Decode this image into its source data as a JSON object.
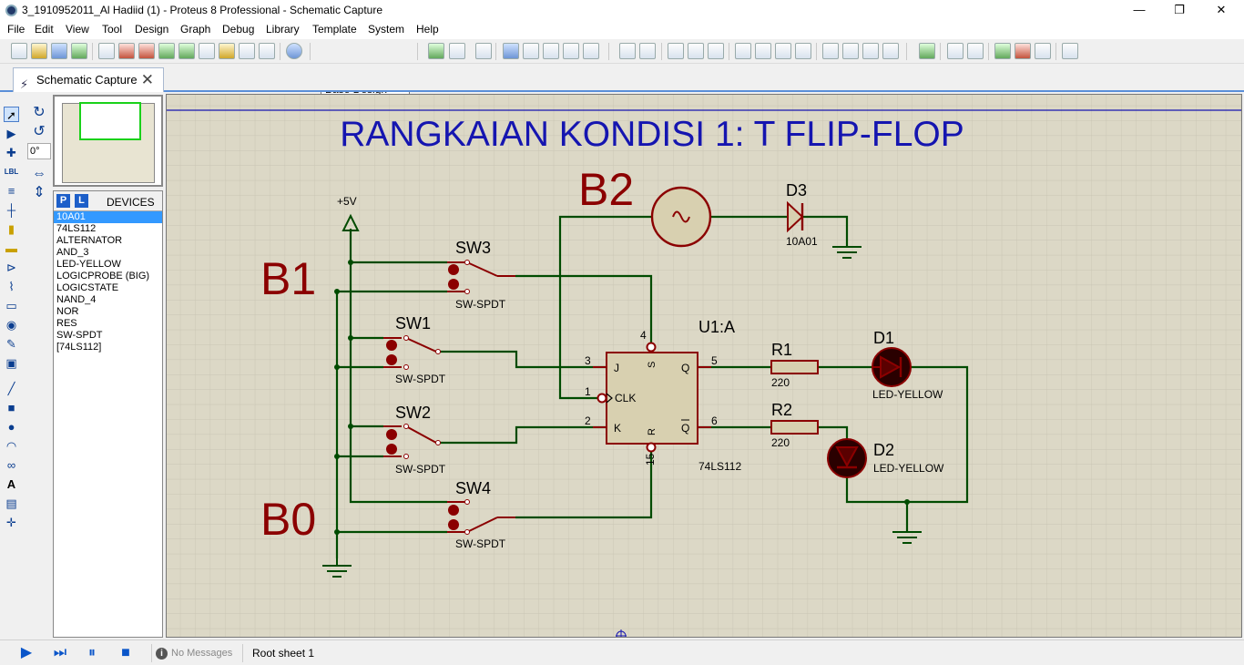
{
  "window": {
    "title": "3_1910952011_Al Hadiid (1) - Proteus 8 Professional - Schematic Capture",
    "minimize": "—",
    "maximize": "❐",
    "close": "✕"
  },
  "menu": [
    "File",
    "Edit",
    "View",
    "Tool",
    "Design",
    "Graph",
    "Debug",
    "Library",
    "Template",
    "System",
    "Help"
  ],
  "toolbar": {
    "layer_value": "Base Design"
  },
  "tab": {
    "label": "Schematic Capture",
    "close": "✕"
  },
  "rotation": {
    "angle": "0°"
  },
  "devices": {
    "p_label": "P",
    "l_label": "L",
    "title": "DEVICES",
    "items": [
      "10A01",
      "74LS112",
      "ALTERNATOR",
      "AND_3",
      "LED-YELLOW",
      "LOGICPROBE (BIG)",
      "LOGICSTATE",
      "NAND_4",
      "NOR",
      "RES",
      "SW-SPDT",
      "[74LS112]"
    ],
    "selected": "10A01"
  },
  "schematic": {
    "title": "RANGKAIAN KONDISI 1: T FLIP-FLOP",
    "label_b2": "B2",
    "label_b1": "B1",
    "label_b0": "B0",
    "supply": "+5V",
    "sw3": "SW3",
    "sw1": "SW1",
    "sw2": "SW2",
    "sw4": "SW4",
    "sw_type": "SW-SPDT",
    "ic_ref": "U1:A",
    "ic_type": "74LS112",
    "pin_j": "J",
    "pin_s": "S",
    "pin_q": "Q",
    "pin_clk": "CLK",
    "pin_k": "K",
    "pin_r": "R",
    "pin_qbar": "Q",
    "pin3": "3",
    "pin4": "4",
    "pin5": "5",
    "pin1": "1",
    "pin2": "2",
    "pin6": "6",
    "pin15": "15",
    "d3": "D3",
    "d3_type": "10A01",
    "r1": "R1",
    "r1_val": "220",
    "r2": "R2",
    "r2_val": "220",
    "d1": "D1",
    "d1_type": "LED-YELLOW",
    "d2": "D2",
    "d2_type": "LED-YELLOW"
  },
  "status": {
    "play": "▶",
    "step": "⏭",
    "pause": "⏸",
    "stop": "■",
    "info_icon": "i",
    "messages": "No Messages",
    "sheet": "Root sheet 1"
  },
  "colors": {
    "wire": "#004b00",
    "component": "#8b0000",
    "component_fill": "#d8d0b0",
    "sheet": "#dcd8c6",
    "title_blue": "#1515b0"
  }
}
